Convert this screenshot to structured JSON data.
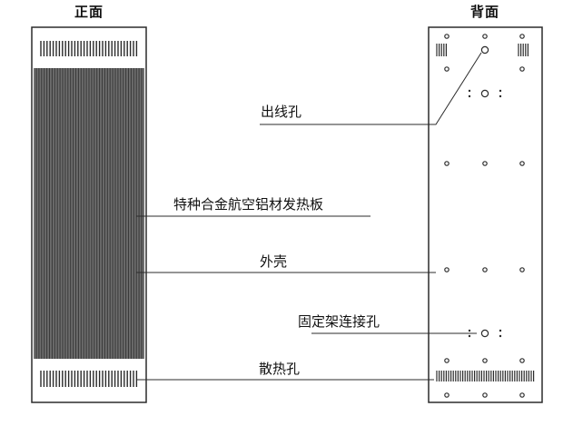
{
  "headings": {
    "front": "正面",
    "back": "背面"
  },
  "callouts": {
    "cable_hole": "出线孔",
    "heating_plate": "特种合金航空铝材发热板",
    "shell": "外壳",
    "bracket_holes": "固定架连接孔",
    "vent_holes": "散热孔"
  },
  "colors": {
    "outline": "#2b2b2b",
    "fin_fill": "#6e6e6e",
    "fin_line": "#3a3a3a",
    "background": "#ffffff"
  }
}
